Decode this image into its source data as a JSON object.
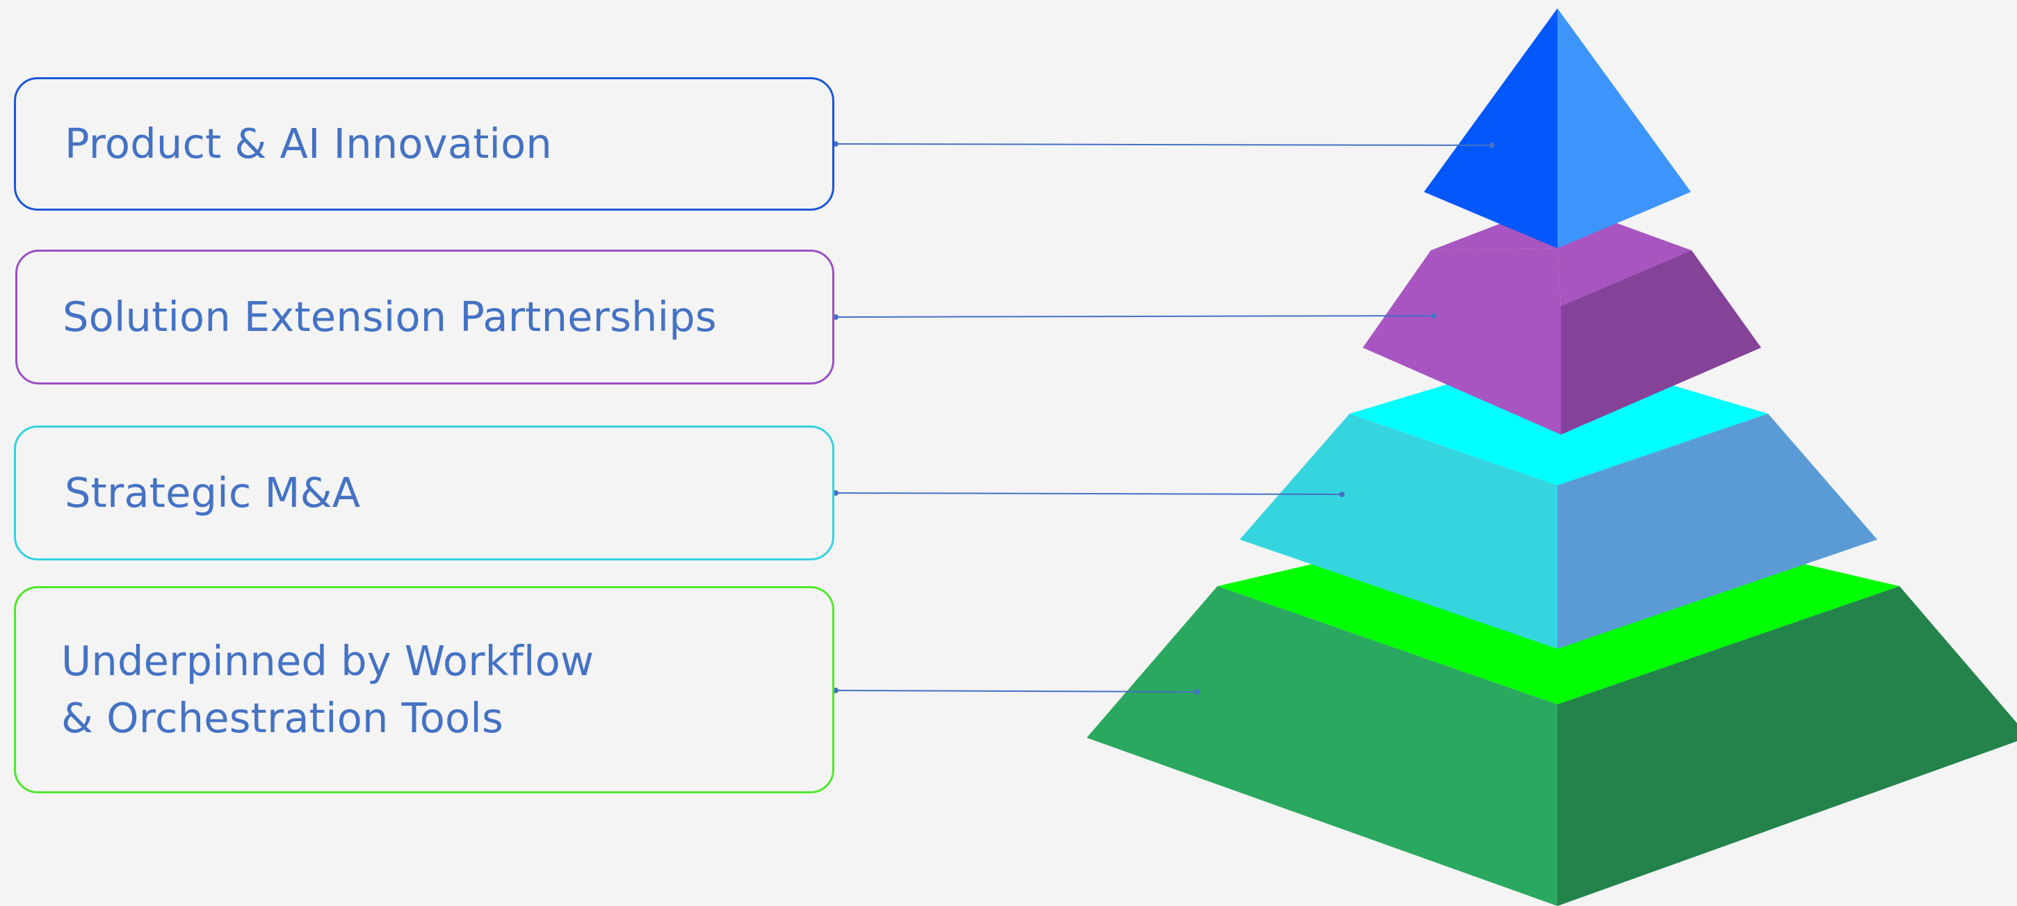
{
  "tiers": [
    {
      "lines": [
        "Product & AI Innovation"
      ],
      "border_color": "#1a56db",
      "face_left_color": "#0457fb",
      "face_right_color": "#3d95fc"
    },
    {
      "lines": [
        "Solution Extension Partnerships"
      ],
      "border_color": "#9b4fc4",
      "face_top_color": "#a855c1",
      "face_left_color": "#a855c1",
      "face_right_color": "#844399"
    },
    {
      "lines": [
        "Strategic M&A"
      ],
      "border_color": "#33d2e0",
      "face_top_color": "#00ffff",
      "face_left_color": "#35d5e0",
      "face_right_color": "#5a9bd5"
    },
    {
      "lines": [
        "Underpinned by Workflow",
        "& Orchestration Tools"
      ],
      "border_color": "#4fe82a",
      "face_top_color": "#00ff00",
      "face_left_color": "#2ba85f",
      "face_right_color": "#23834b"
    }
  ],
  "text_color": "#4472c4",
  "connector_color": "#4472c4",
  "background_color": "#f4f4f4"
}
